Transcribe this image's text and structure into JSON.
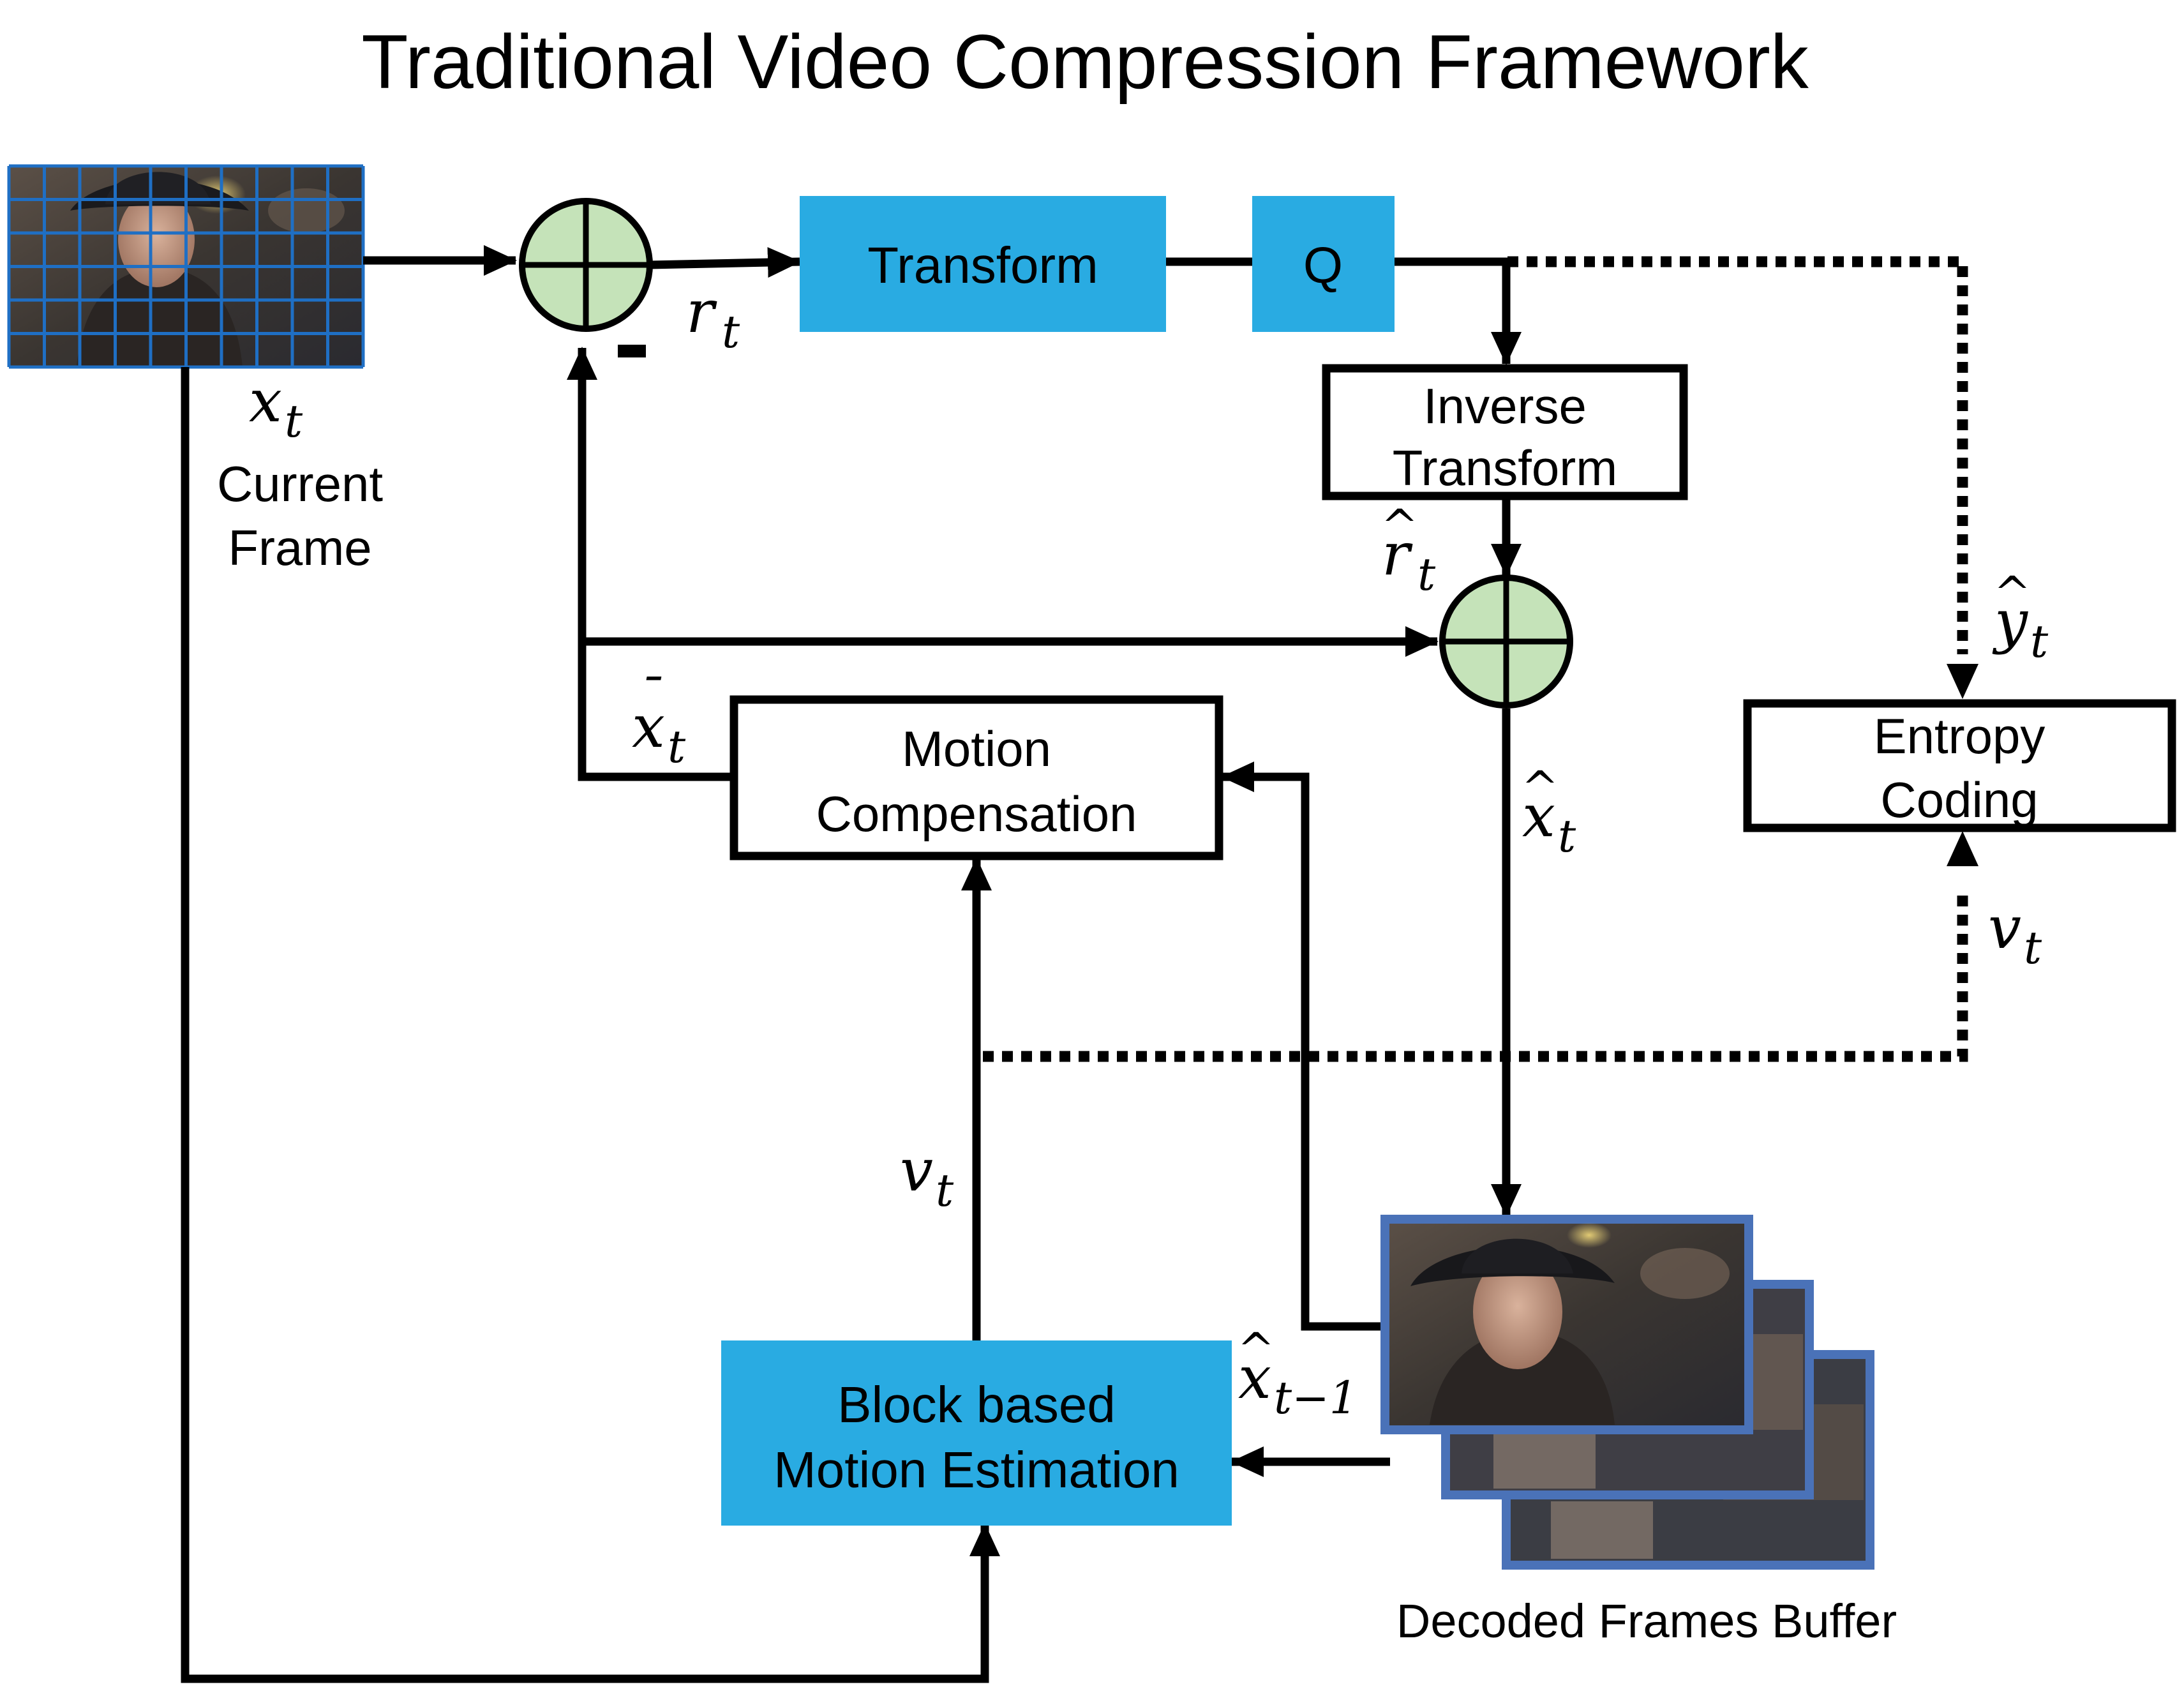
{
  "title": "Traditional Video Compression Framework",
  "colors": {
    "blue_box": "#29abe2",
    "adder_fill": "#c5e3b9",
    "frame_border": "#4a72b8",
    "grid_line": "#1f6fc4",
    "line": "#000000"
  },
  "blocks": {
    "transform": "Transform",
    "quantizer": "Q",
    "inverse_transform": [
      "Inverse",
      "Transform"
    ],
    "motion_compensation": [
      "Motion",
      "Compensation"
    ],
    "entropy_coding": [
      "Entropy",
      "Coding"
    ],
    "motion_estimation": [
      "Block based",
      "Motion Estimation"
    ]
  },
  "labels": {
    "current_frame": [
      "Current",
      "Frame"
    ],
    "decoded_buffer": "Decoded Frames Buffer",
    "minus": "-"
  },
  "symbols": {
    "x_t": {
      "base": "x",
      "sub": "t",
      "accent": ""
    },
    "r_t": {
      "base": "r",
      "sub": "t",
      "accent": ""
    },
    "r_hat_t": {
      "base": "r",
      "sub": "t",
      "accent": "^"
    },
    "y_hat_t": {
      "base": "y",
      "sub": "t",
      "accent": "^"
    },
    "x_bar_t": {
      "base": "x",
      "sub": "t",
      "accent": "¯"
    },
    "x_hat_t": {
      "base": "x",
      "sub": "t",
      "accent": "^"
    },
    "v_t_right": {
      "base": "v",
      "sub": "t",
      "accent": ""
    },
    "v_t_center": {
      "base": "v",
      "sub": "t",
      "accent": ""
    },
    "x_hat_t_minus_1": {
      "base": "x",
      "sub": "t−1",
      "accent": "^"
    }
  }
}
